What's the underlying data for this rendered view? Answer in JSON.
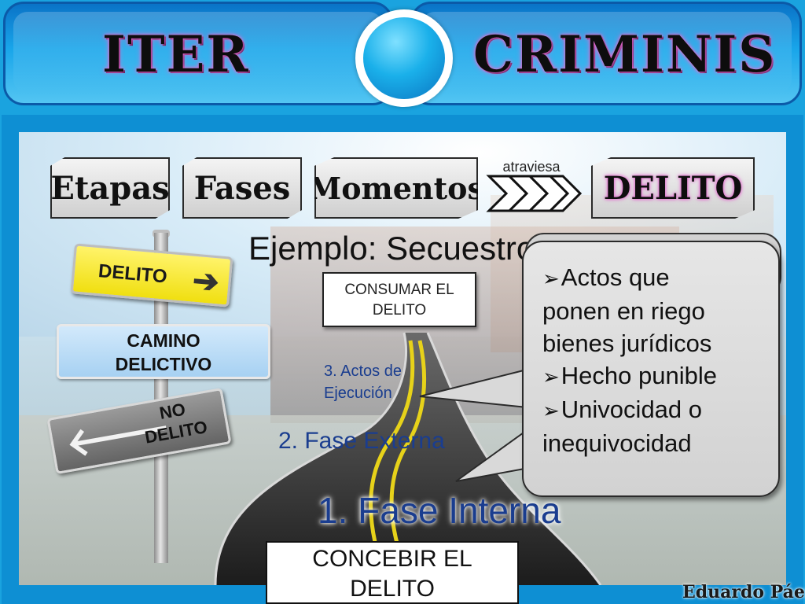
{
  "header": {
    "title_left": "ITER",
    "title_right": "CRIMINIS"
  },
  "labels": {
    "etapas": "Etapas",
    "fases": "Fases",
    "momentos": "Momentos",
    "connector": "atraviesa",
    "delito": "DELITO"
  },
  "signs": {
    "delito": "DELITO",
    "camino_line1": "CAMINO",
    "camino_line2": "DELICTIVO",
    "no_line1": "NO",
    "no_line2": "DELITO",
    "arrow_right": "➔",
    "arrow_left": "🡐"
  },
  "diagram": {
    "example_title": "Ejemplo: Secuestro Ri",
    "consumar_line1": "CONSUMAR EL",
    "consumar_line2": "DELITO",
    "actos_line1": "3. Actos de",
    "actos_line2": "Ejecución",
    "fase_externa": "2. Fase Externa",
    "fase_interna": "1. Fase Interna",
    "concebir_line1": "CONCEBIR EL",
    "concebir_line2": "DELITO"
  },
  "callout": {
    "marker": "➢",
    "items": [
      "Actos que",
      "ponen en riego",
      "bienes jurídicos",
      "Hecho punible",
      "Univocidad  o",
      "inequivocidad"
    ]
  },
  "signature": "Eduardo Páez",
  "colors": {
    "frame": "#1aa3df",
    "accent_text": "#1a3d8f",
    "sign_yellow": "#f0df10",
    "glow": "#e46bd0"
  }
}
